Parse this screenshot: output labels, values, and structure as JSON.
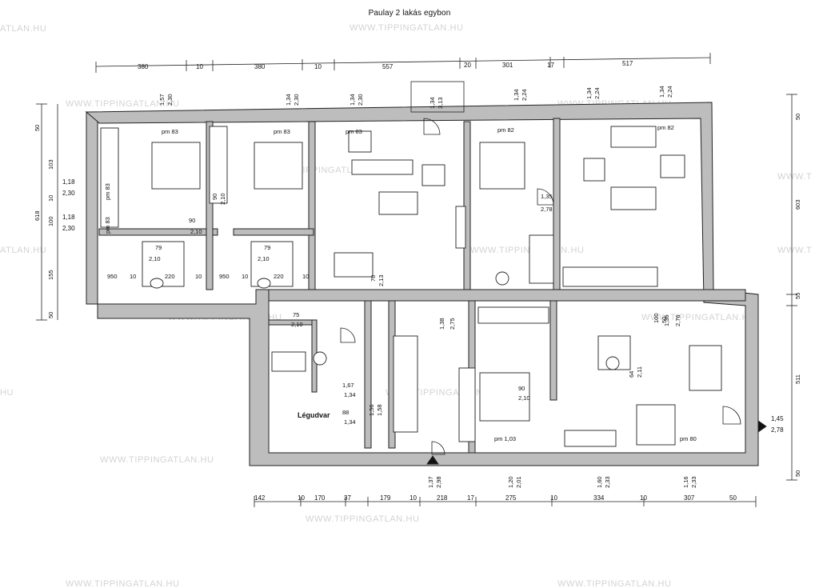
{
  "title": "Paulay 2 lakás egybon",
  "watermark": "WWW.TIPPINGATLAN.HU",
  "watermark_cut_left": "ATLAN.HU",
  "watermark_cut_right": "WWW.T",
  "watermark_edge_left": "HU",
  "top_dims": [
    "380",
    "10",
    "380",
    "10",
    "557",
    "20",
    "301",
    "17",
    "517"
  ],
  "bottom_dims": [
    "142",
    "10",
    "170",
    "37",
    "179",
    "10",
    "218",
    "17",
    "275",
    "10",
    "334",
    "10",
    "307",
    "50"
  ],
  "left_dims": [
    "50",
    "103",
    "10",
    "100",
    "155",
    "50",
    "618"
  ],
  "right_dims": [
    "50",
    "603",
    "55",
    "511",
    "50"
  ],
  "window_top": [
    {
      "a": "1,57",
      "b": "2,30"
    },
    {
      "a": "1,34",
      "b": "2,30"
    },
    {
      "a": "1,34",
      "b": "2,30"
    },
    {
      "a": "1,34",
      "b": "3,13"
    },
    {
      "a": "1,34",
      "b": "2,24"
    },
    {
      "a": "1,34",
      "b": "2,24"
    },
    {
      "a": "1,34",
      "b": "2,24"
    }
  ],
  "window_bottom": [
    {
      "a": "1,37",
      "b": "2,98"
    },
    {
      "a": "1,20",
      "b": "2,01"
    },
    {
      "a": "1,60",
      "b": "2,33"
    },
    {
      "a": "1,16",
      "b": "2,33"
    }
  ],
  "window_left": [
    {
      "a": "1,18",
      "b": "2,30"
    },
    {
      "a": "1,18",
      "b": "2,30"
    }
  ],
  "right_entry": {
    "a": "1,45",
    "b": "2,78"
  },
  "room_codes": [
    "pm 83",
    "pm 83",
    "pm 83",
    "pm 82",
    "pm 82",
    "pm 83",
    "pm 83",
    "pm 1,03",
    "pm 80"
  ],
  "door_labels": [
    "90",
    "2,10",
    "90",
    "2,10",
    "79",
    "2,10",
    "79",
    "2,10",
    "1,35",
    "2,78",
    "70",
    "2,13",
    "1,38",
    "2,75",
    "90",
    "2,10",
    "1,36",
    "2,76"
  ],
  "small_dims": [
    "950",
    "10",
    "220",
    "10",
    "950",
    "10",
    "220",
    "10",
    "75",
    "2,10",
    "1,67",
    "1,34",
    "88",
    "1,34",
    "1,56",
    "1,58",
    "64",
    "2,11",
    "100",
    "50"
  ],
  "courtyard_label": "Légudvar"
}
